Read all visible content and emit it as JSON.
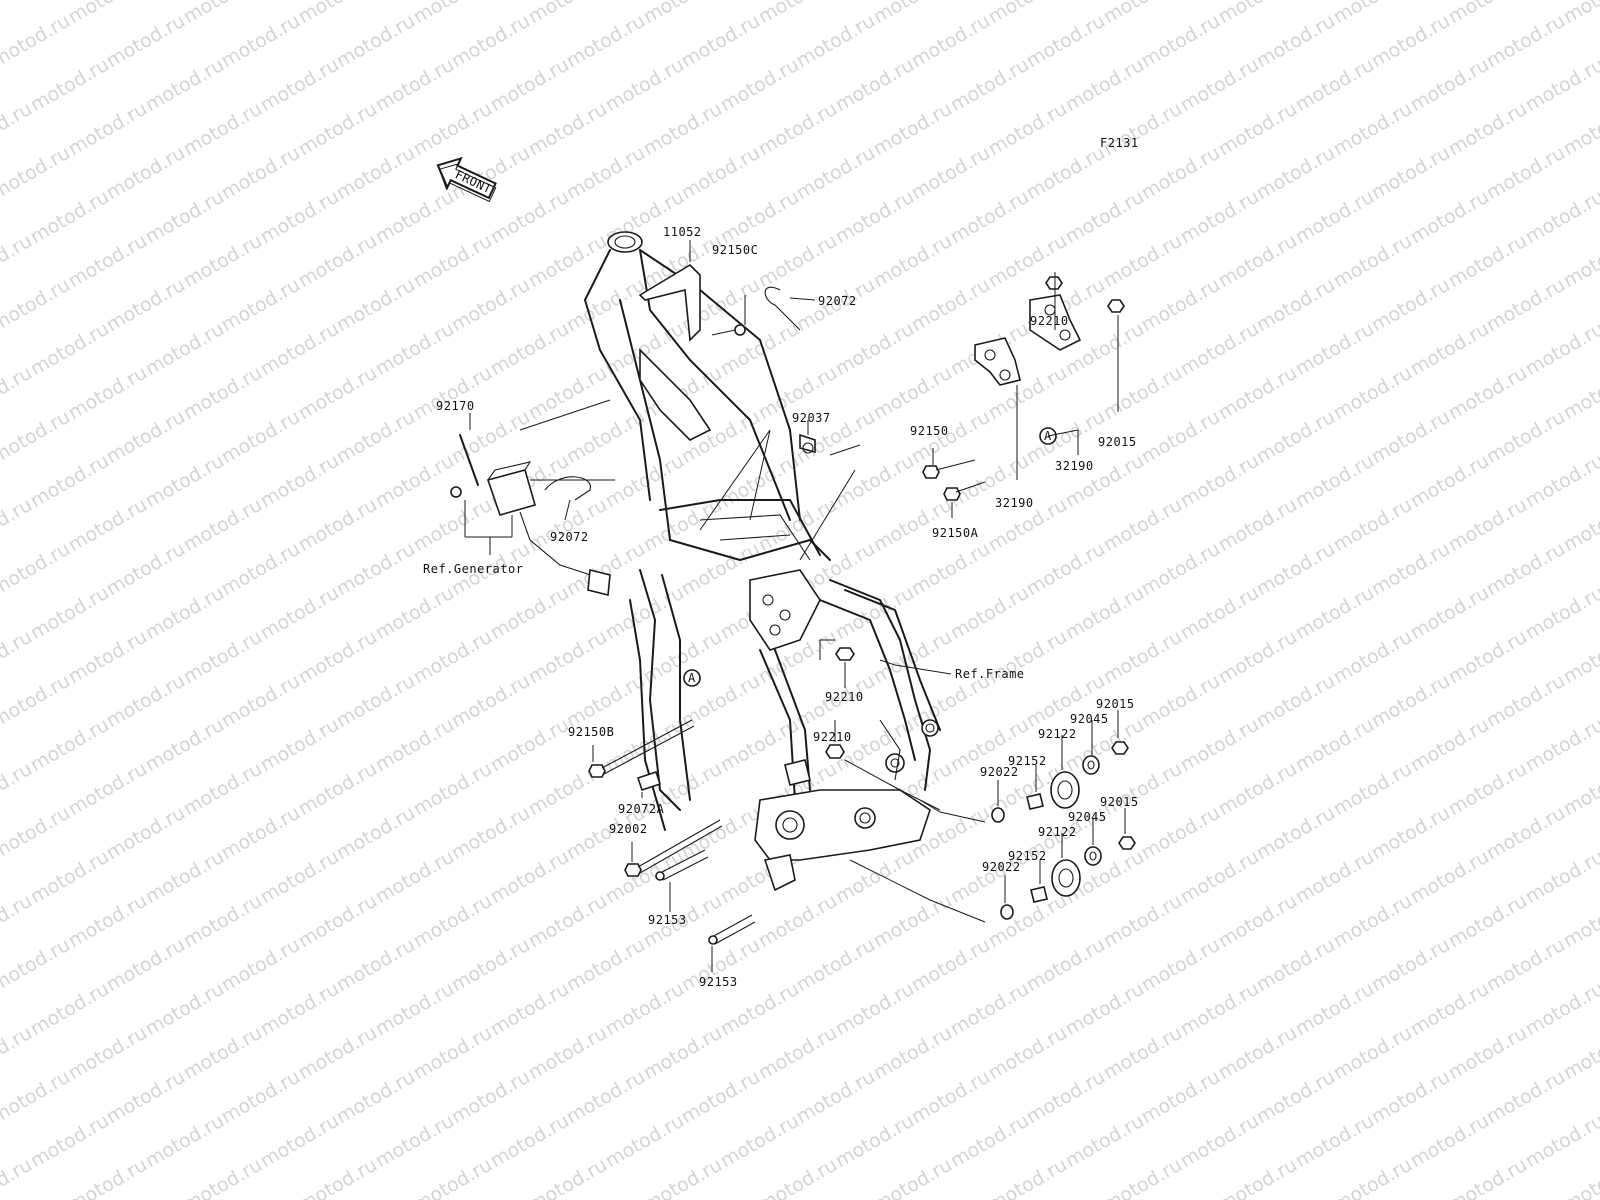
{
  "diagram": {
    "code": "F2131",
    "front_arrow_label": "FRONT",
    "ref_generator": "Ref.Generator",
    "ref_frame": "Ref.Frame",
    "marker_letter": "A",
    "watermark": "motod.ru",
    "parts": [
      "11052",
      "92150C",
      "92210",
      "92072",
      "92037",
      "92170",
      "92150",
      "92015",
      "32190",
      "32190",
      "92150A",
      "92072",
      "92210",
      "92210",
      "92150B",
      "92072A",
      "92002",
      "92153",
      "92153",
      "92015",
      "92045",
      "92122",
      "92152",
      "92022",
      "92015",
      "92045",
      "92122",
      "92152",
      "92022"
    ]
  }
}
